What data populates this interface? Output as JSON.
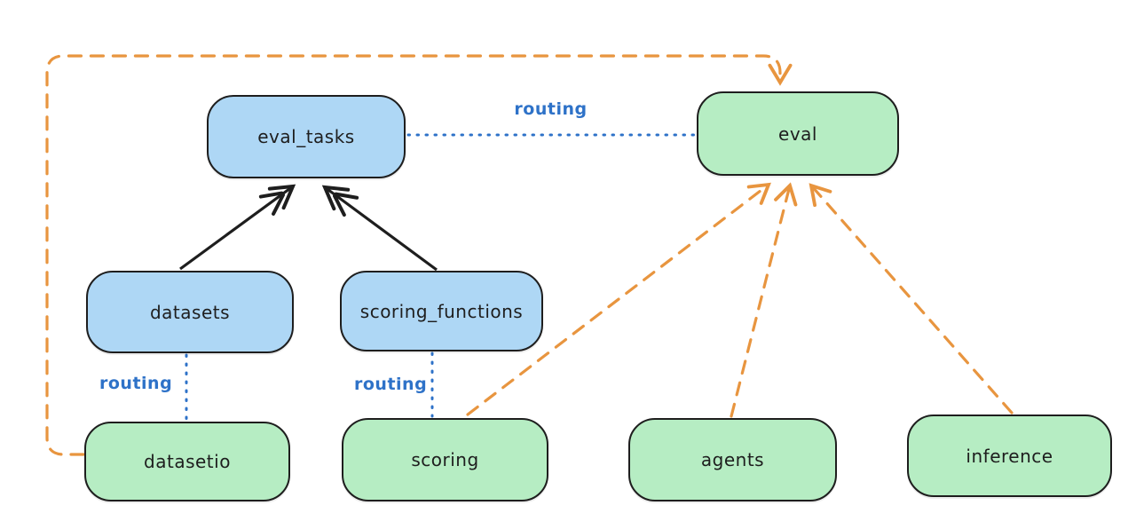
{
  "colors": {
    "stroke": "#1e1e1e",
    "blue_fill": "#aed7f5",
    "green_fill": "#b6edc3",
    "orange": "#e8953f",
    "blue_line": "#2e72c8",
    "background": "#ffffff"
  },
  "nodes": {
    "eval_tasks": {
      "label": "eval_tasks",
      "color": "blue"
    },
    "eval": {
      "label": "eval",
      "color": "green"
    },
    "datasets": {
      "label": "datasets",
      "color": "blue"
    },
    "scoring_functions": {
      "label": "scoring_functions",
      "color": "blue"
    },
    "datasetio": {
      "label": "datasetio",
      "color": "green"
    },
    "scoring": {
      "label": "scoring",
      "color": "green"
    },
    "agents": {
      "label": "agents",
      "color": "green"
    },
    "inference": {
      "label": "inference",
      "color": "green"
    }
  },
  "edges": [
    {
      "from": "datasets",
      "to": "eval_tasks",
      "style": "solid-arrow",
      "color": "black",
      "label": ""
    },
    {
      "from": "scoring_functions",
      "to": "eval_tasks",
      "style": "solid-arrow",
      "color": "black",
      "label": ""
    },
    {
      "from": "eval_tasks",
      "to": "eval",
      "style": "dotted",
      "color": "blue",
      "label": "routing"
    },
    {
      "from": "datasets",
      "to": "datasetio",
      "style": "dotted",
      "color": "blue",
      "label": "routing"
    },
    {
      "from": "scoring_functions",
      "to": "scoring",
      "style": "dotted",
      "color": "blue",
      "label": "routing"
    },
    {
      "from": "datasetio",
      "to": "eval",
      "style": "dashed-arrow",
      "color": "orange",
      "label": ""
    },
    {
      "from": "scoring",
      "to": "eval",
      "style": "dashed-arrow",
      "color": "orange",
      "label": ""
    },
    {
      "from": "agents",
      "to": "eval",
      "style": "dashed-arrow",
      "color": "orange",
      "label": ""
    },
    {
      "from": "inference",
      "to": "eval",
      "style": "dashed-arrow",
      "color": "orange",
      "label": ""
    }
  ]
}
